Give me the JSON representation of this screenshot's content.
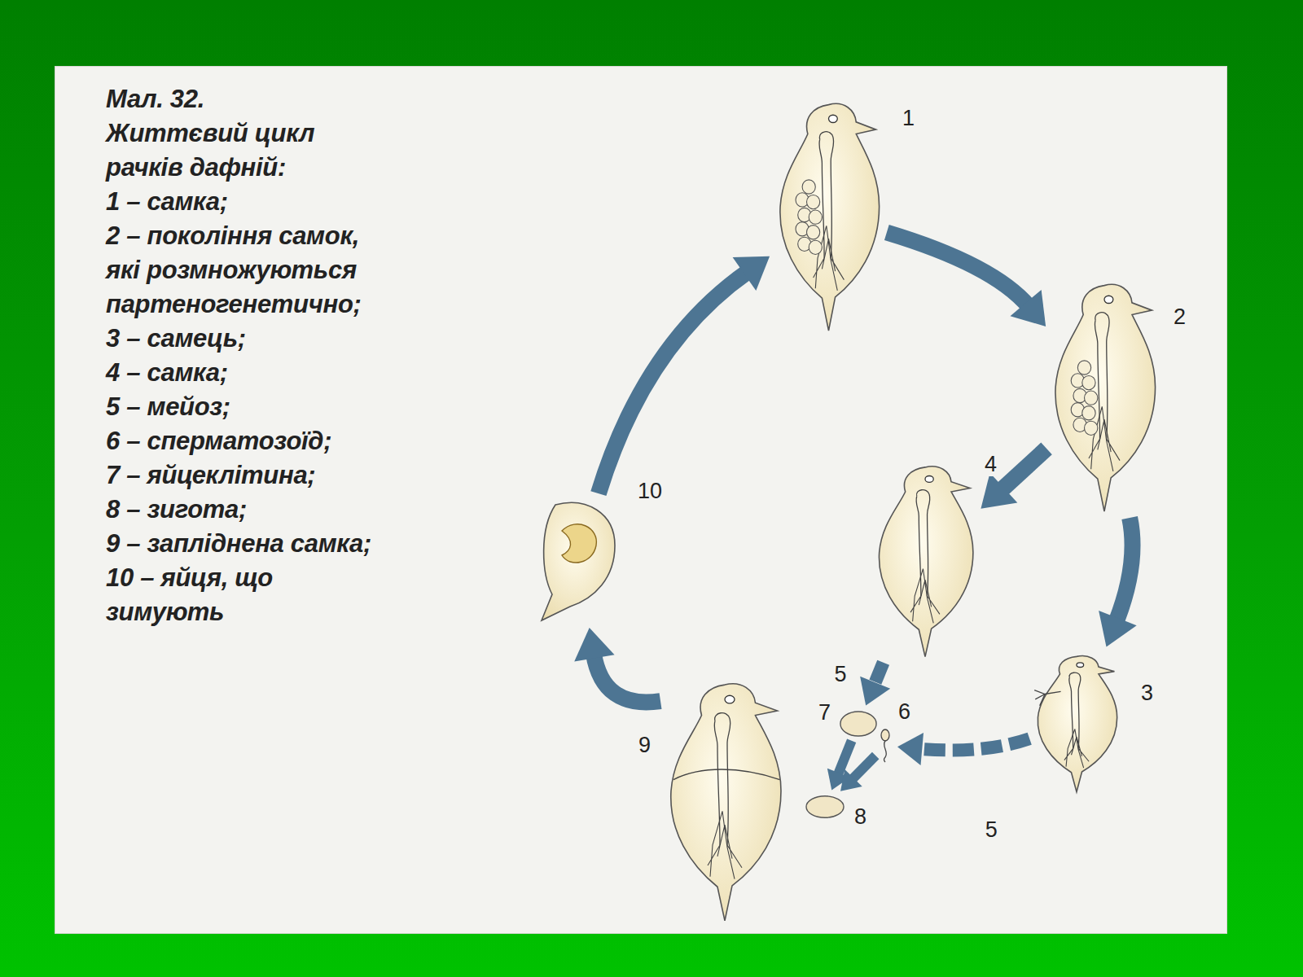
{
  "diagram": {
    "title": "Мал. 32.",
    "caption": "Життєвий цикл рачків дафній:",
    "nodes": [
      {
        "text": [
          "1"
        ]
      },
      {
        "text": [
          "2"
        ]
      },
      {
        "text": [
          "3"
        ]
      },
      {
        "text": [
          "4"
        ]
      },
      {
        "text": [
          "6"
        ]
      },
      {
        "text": [
          "7"
        ]
      },
      {
        "text": [
          "8"
        ]
      },
      {
        "text": [
          "9"
        ]
      },
      {
        "text": [
          "10"
        ]
      }
    ],
    "edges": [
      {
        "from": 0,
        "to": 1,
        "arrow": "to"
      },
      {
        "from": 1,
        "to": 3,
        "arrow": "to"
      },
      {
        "from": 1,
        "to": 2,
        "arrow": "to"
      },
      {
        "from": 3,
        "to": 5,
        "label": "5",
        "arrow": "to"
      },
      {
        "from": 2,
        "to": 4,
        "label": "5",
        "arrow": "to"
      },
      {
        "from": 5,
        "to": 6,
        "arrow": "to"
      },
      {
        "from": 4,
        "to": 6,
        "arrow": "to"
      },
      {
        "from": 7,
        "to": 8,
        "arrow": "to"
      },
      {
        "from": 8,
        "to": 0,
        "arrow": "to"
      }
    ],
    "labels": [
      "1 – самка;",
      "2 – покоління самок, які розмножуються партеногенетично;",
      "3 – самець;",
      "4 – самка;",
      "5 – мейоз;",
      "6 – сперматозоїд;",
      "7 – яйцеклітина;",
      "8 – зигота;",
      "9 – запліднена самка;",
      "10 – яйця, що зимують"
    ]
  }
}
